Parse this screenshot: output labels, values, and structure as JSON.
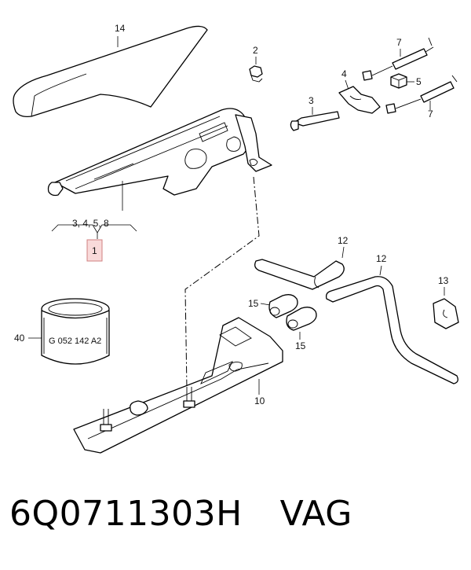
{
  "callouts": {
    "c1": "1",
    "c2": "2",
    "c3": "3",
    "c4": "4",
    "c5": "5",
    "c7a": "7",
    "c7b": "7",
    "c10": "10",
    "c12a": "12",
    "c12b": "12",
    "c13": "13",
    "c14": "14",
    "c15a": "15",
    "c15b": "15",
    "c40": "40",
    "group": "3, 4, 5, 8"
  },
  "tube_label": "G 052 142 A2",
  "footer": {
    "part_number": "6Q0711303H",
    "brand": "VAG"
  },
  "colors": {
    "highlight_fill": "#f9dada",
    "highlight_border": "#d08080"
  }
}
